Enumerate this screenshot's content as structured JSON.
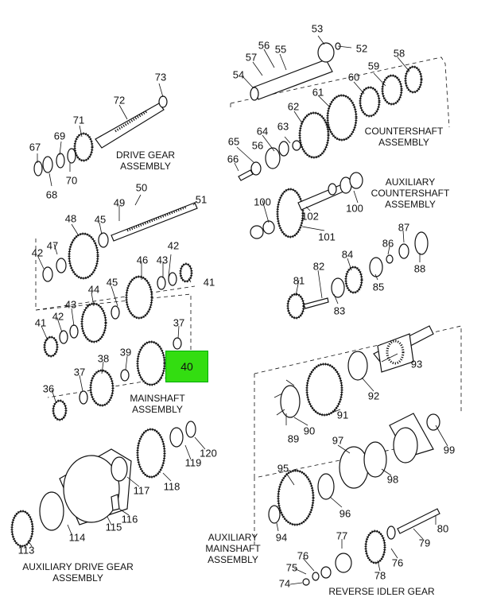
{
  "highlight": {
    "label": "40",
    "color": "#33dd11"
  },
  "assemblies": {
    "drive_gear": [
      "DRIVE GEAR",
      "ASSEMBLY"
    ],
    "countershaft": [
      "COUNTERSHAFT",
      "ASSEMBLY"
    ],
    "aux_countershaft": [
      "AUXILIARY",
      "COUNTERSHAFT",
      "ASSEMBLY"
    ],
    "mainshaft": [
      "MAINSHAFT",
      "ASSEMBLY"
    ],
    "aux_drive_gear": [
      "AUXILIARY DRIVE GEAR",
      "ASSEMBLY"
    ],
    "aux_mainshaft": [
      "AUXILIARY",
      "MAINSHAFT",
      "ASSEMBLY"
    ],
    "reverse_idler": [
      "REVERSE IDLER GEAR"
    ]
  },
  "callouts": [
    "73",
    "72",
    "71",
    "69",
    "67",
    "68",
    "70",
    "53",
    "52",
    "56",
    "57",
    "55",
    "54",
    "58",
    "59",
    "60",
    "61",
    "62",
    "63",
    "64",
    "65",
    "66",
    "50",
    "49",
    "51",
    "48",
    "45",
    "47",
    "42",
    "46",
    "43",
    "41",
    "44",
    "100",
    "102",
    "101",
    "87",
    "86",
    "88",
    "84",
    "82",
    "81",
    "83",
    "85",
    "37",
    "39",
    "38",
    "36",
    "93",
    "92",
    "91",
    "89",
    "90",
    "97",
    "99",
    "98",
    "95",
    "96",
    "94",
    "77",
    "80",
    "79",
    "76",
    "78",
    "75",
    "74",
    "113",
    "114",
    "115",
    "116",
    "117",
    "118",
    "119",
    "120"
  ]
}
